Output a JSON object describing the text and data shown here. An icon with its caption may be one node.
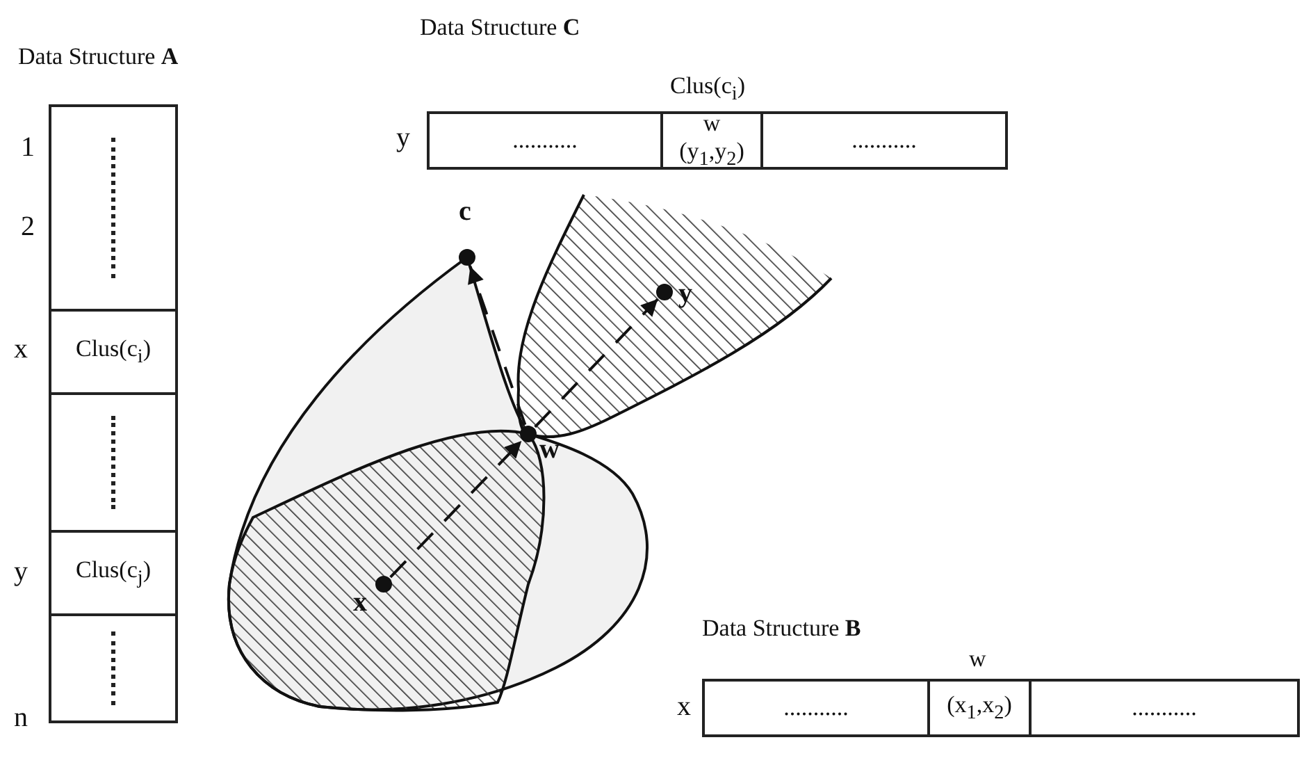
{
  "diagram": {
    "nodes": [
      {
        "text": [
          "Data Structure **A**"
        ]
      },
      {
        "text": [],
        "shape": "box",
        "in": 0
      },
      {
        "text": [
          "Clus(c$_{i}$)"
        ],
        "in": 0
      },
      {
        "text": [],
        "shape": "box",
        "in": 0
      },
      {
        "text": [
          "Clus(c$_{j}$)"
        ],
        "in": 0
      },
      {
        "text": [],
        "shape": "box",
        "in": 0
      },
      {
        "text": [
          "Data Structure **C**"
        ]
      },
      {
        "text": [
          "..........."
        ],
        "in": 6
      },
      {
        "text": [
          "w",
          "(y$_{1}$,y$_{2}$)"
        ],
        "beside": [
          "Clus(c$_{i}$)"
        ],
        "in": 6
      },
      {
        "text": [
          "..........."
        ],
        "in": 6
      },
      {
        "text": [
          "Data Structure **B**"
        ]
      },
      {
        "text": [
          "..........."
        ],
        "in": 10
      },
      {
        "text": [
          "(x$_{1}$,x$_{2}$)"
        ],
        "beside": [
          "w"
        ],
        "in": 10
      },
      {
        "text": [
          "..........."
        ],
        "in": 10
      },
      {
        "text": [],
        "shape": "circle",
        "beside": [
          "c"
        ]
      },
      {
        "text": [],
        "shape": "circle",
        "beside": [
          "w"
        ]
      },
      {
        "text": [],
        "shape": "circle",
        "beside": [
          "x"
        ]
      },
      {
        "text": [],
        "shape": "circle",
        "beside": [
          "y"
        ]
      }
    ],
    "edges": [
      {
        "from": 15,
        "to": 14,
        "arrow": "to",
        "style": "dashed"
      },
      {
        "from": 16,
        "to": 15,
        "arrow": "to",
        "style": "dashed"
      },
      {
        "from": 15,
        "to": 17,
        "arrow": "to",
        "style": "dashed"
      }
    ],
    "labels": [
      "1",
      "2",
      "x",
      "y",
      "n",
      "y",
      "x"
    ]
  }
}
